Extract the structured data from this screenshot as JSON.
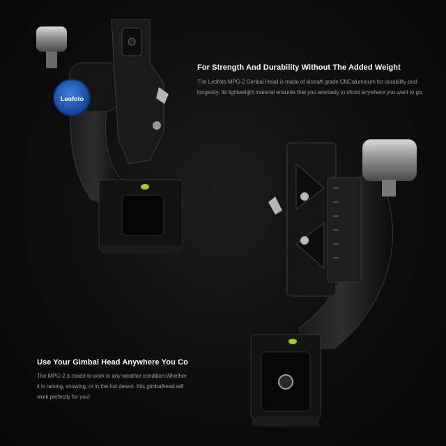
{
  "sections": [
    {
      "heading": "For Strength And Durability Without The Added Weight",
      "body": "The Leofoto MPG-2 Gimbal Head is made of aircraft-grade CNCaluminum for durability and longevity. Its lightweight material ensures that you areready to shoot anywhere you want to go."
    },
    {
      "heading": "Use Your Gimbal Head Anywhere You Co",
      "body": "The MPG-2 is made to work in any weather condition.Whether it is raining, snowing, or in the hot desert, this gimbalhead will work perfectly for you!"
    }
  ],
  "product_logo": "Leofoto",
  "colors": {
    "background": "#0b0b0b",
    "heading": "#ffffff",
    "body": "#9a9a9a",
    "logo_badge": "#1f5fc0",
    "bubble_level": "#9ccc2c"
  }
}
